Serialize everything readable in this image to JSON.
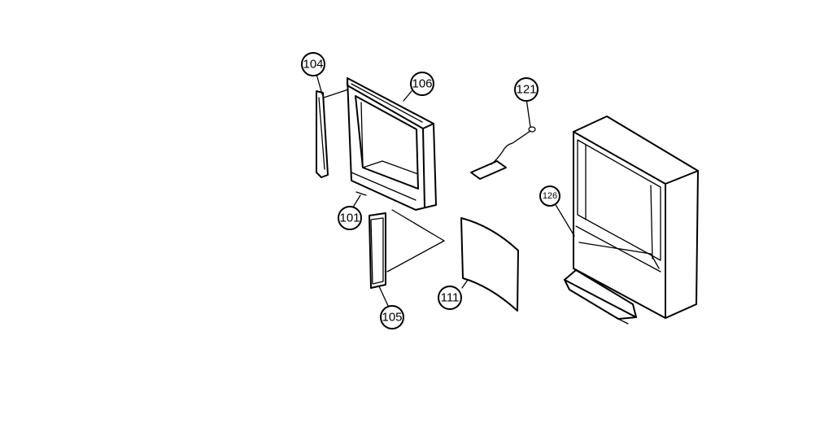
{
  "parts": [
    {
      "key": "p104",
      "number": "104"
    },
    {
      "key": "p106",
      "number": "106"
    },
    {
      "key": "p121",
      "number": "121"
    },
    {
      "key": "p126",
      "number": "126"
    },
    {
      "key": "p101",
      "number": "101"
    },
    {
      "key": "p105",
      "number": "105"
    },
    {
      "key": "p111",
      "number": "111"
    }
  ]
}
